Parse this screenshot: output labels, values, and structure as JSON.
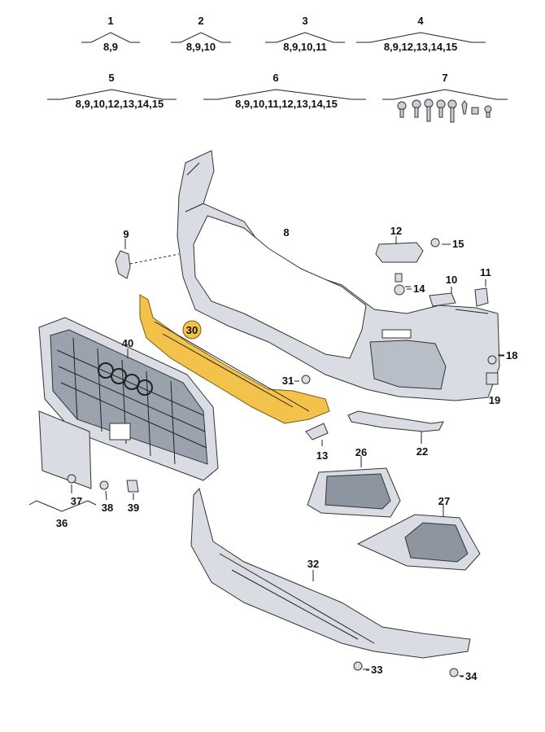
{
  "groups": [
    {
      "num": "1",
      "items": "8,9"
    },
    {
      "num": "2",
      "items": "8,9,10"
    },
    {
      "num": "3",
      "items": "8,9,10,11"
    },
    {
      "num": "4",
      "items": "8,9,12,13,14,15"
    },
    {
      "num": "5",
      "items": "8,9,10,12,13,14,15"
    },
    {
      "num": "6",
      "items": "8,9,10,11,12,13,14,15"
    },
    {
      "num": "7",
      "items": ""
    }
  ],
  "callouts": {
    "p8": "8",
    "p9": "9",
    "p10": "10",
    "p11": "11",
    "p12": "12",
    "p13": "13",
    "p14": "14",
    "p15": "15",
    "p18": "18",
    "p19": "19",
    "p22": "22",
    "p26": "26",
    "p27": "27",
    "p30": "30",
    "p31": "31",
    "p32": "32",
    "p33": "33",
    "p34": "34",
    "p36": "36",
    "p37": "37",
    "p38": "38",
    "p39": "39",
    "p40": "40"
  },
  "highlight_color": "#f3c24a"
}
